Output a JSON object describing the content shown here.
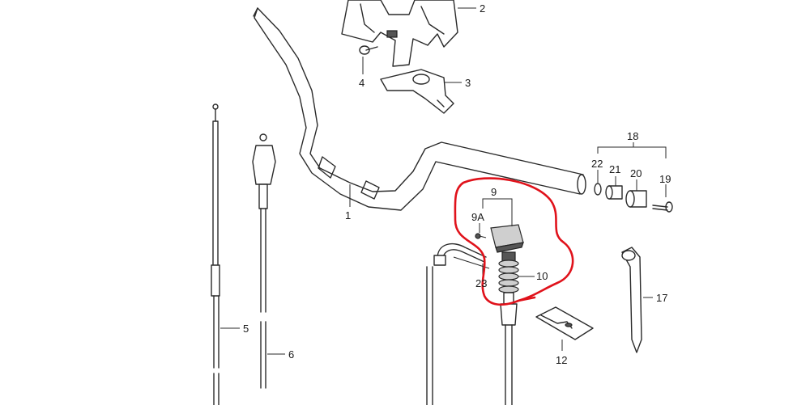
{
  "diagram": {
    "callouts": [
      {
        "id": "c1",
        "text": "1"
      },
      {
        "id": "c2",
        "text": "2"
      },
      {
        "id": "c3",
        "text": "3"
      },
      {
        "id": "c4",
        "text": "4"
      },
      {
        "id": "c5",
        "text": "5"
      },
      {
        "id": "c6",
        "text": "6"
      },
      {
        "id": "c9",
        "text": "9"
      },
      {
        "id": "c9a",
        "text": "9A"
      },
      {
        "id": "c10",
        "text": "10"
      },
      {
        "id": "c12",
        "text": "12"
      },
      {
        "id": "c17",
        "text": "17"
      },
      {
        "id": "c18",
        "text": "18"
      },
      {
        "id": "c19",
        "text": "19"
      },
      {
        "id": "c20",
        "text": "20"
      },
      {
        "id": "c21",
        "text": "21"
      },
      {
        "id": "c22",
        "text": "22"
      },
      {
        "id": "c23",
        "text": "23"
      }
    ],
    "highlight_color": "#e0121b",
    "line_color": "#2a2a2a"
  }
}
